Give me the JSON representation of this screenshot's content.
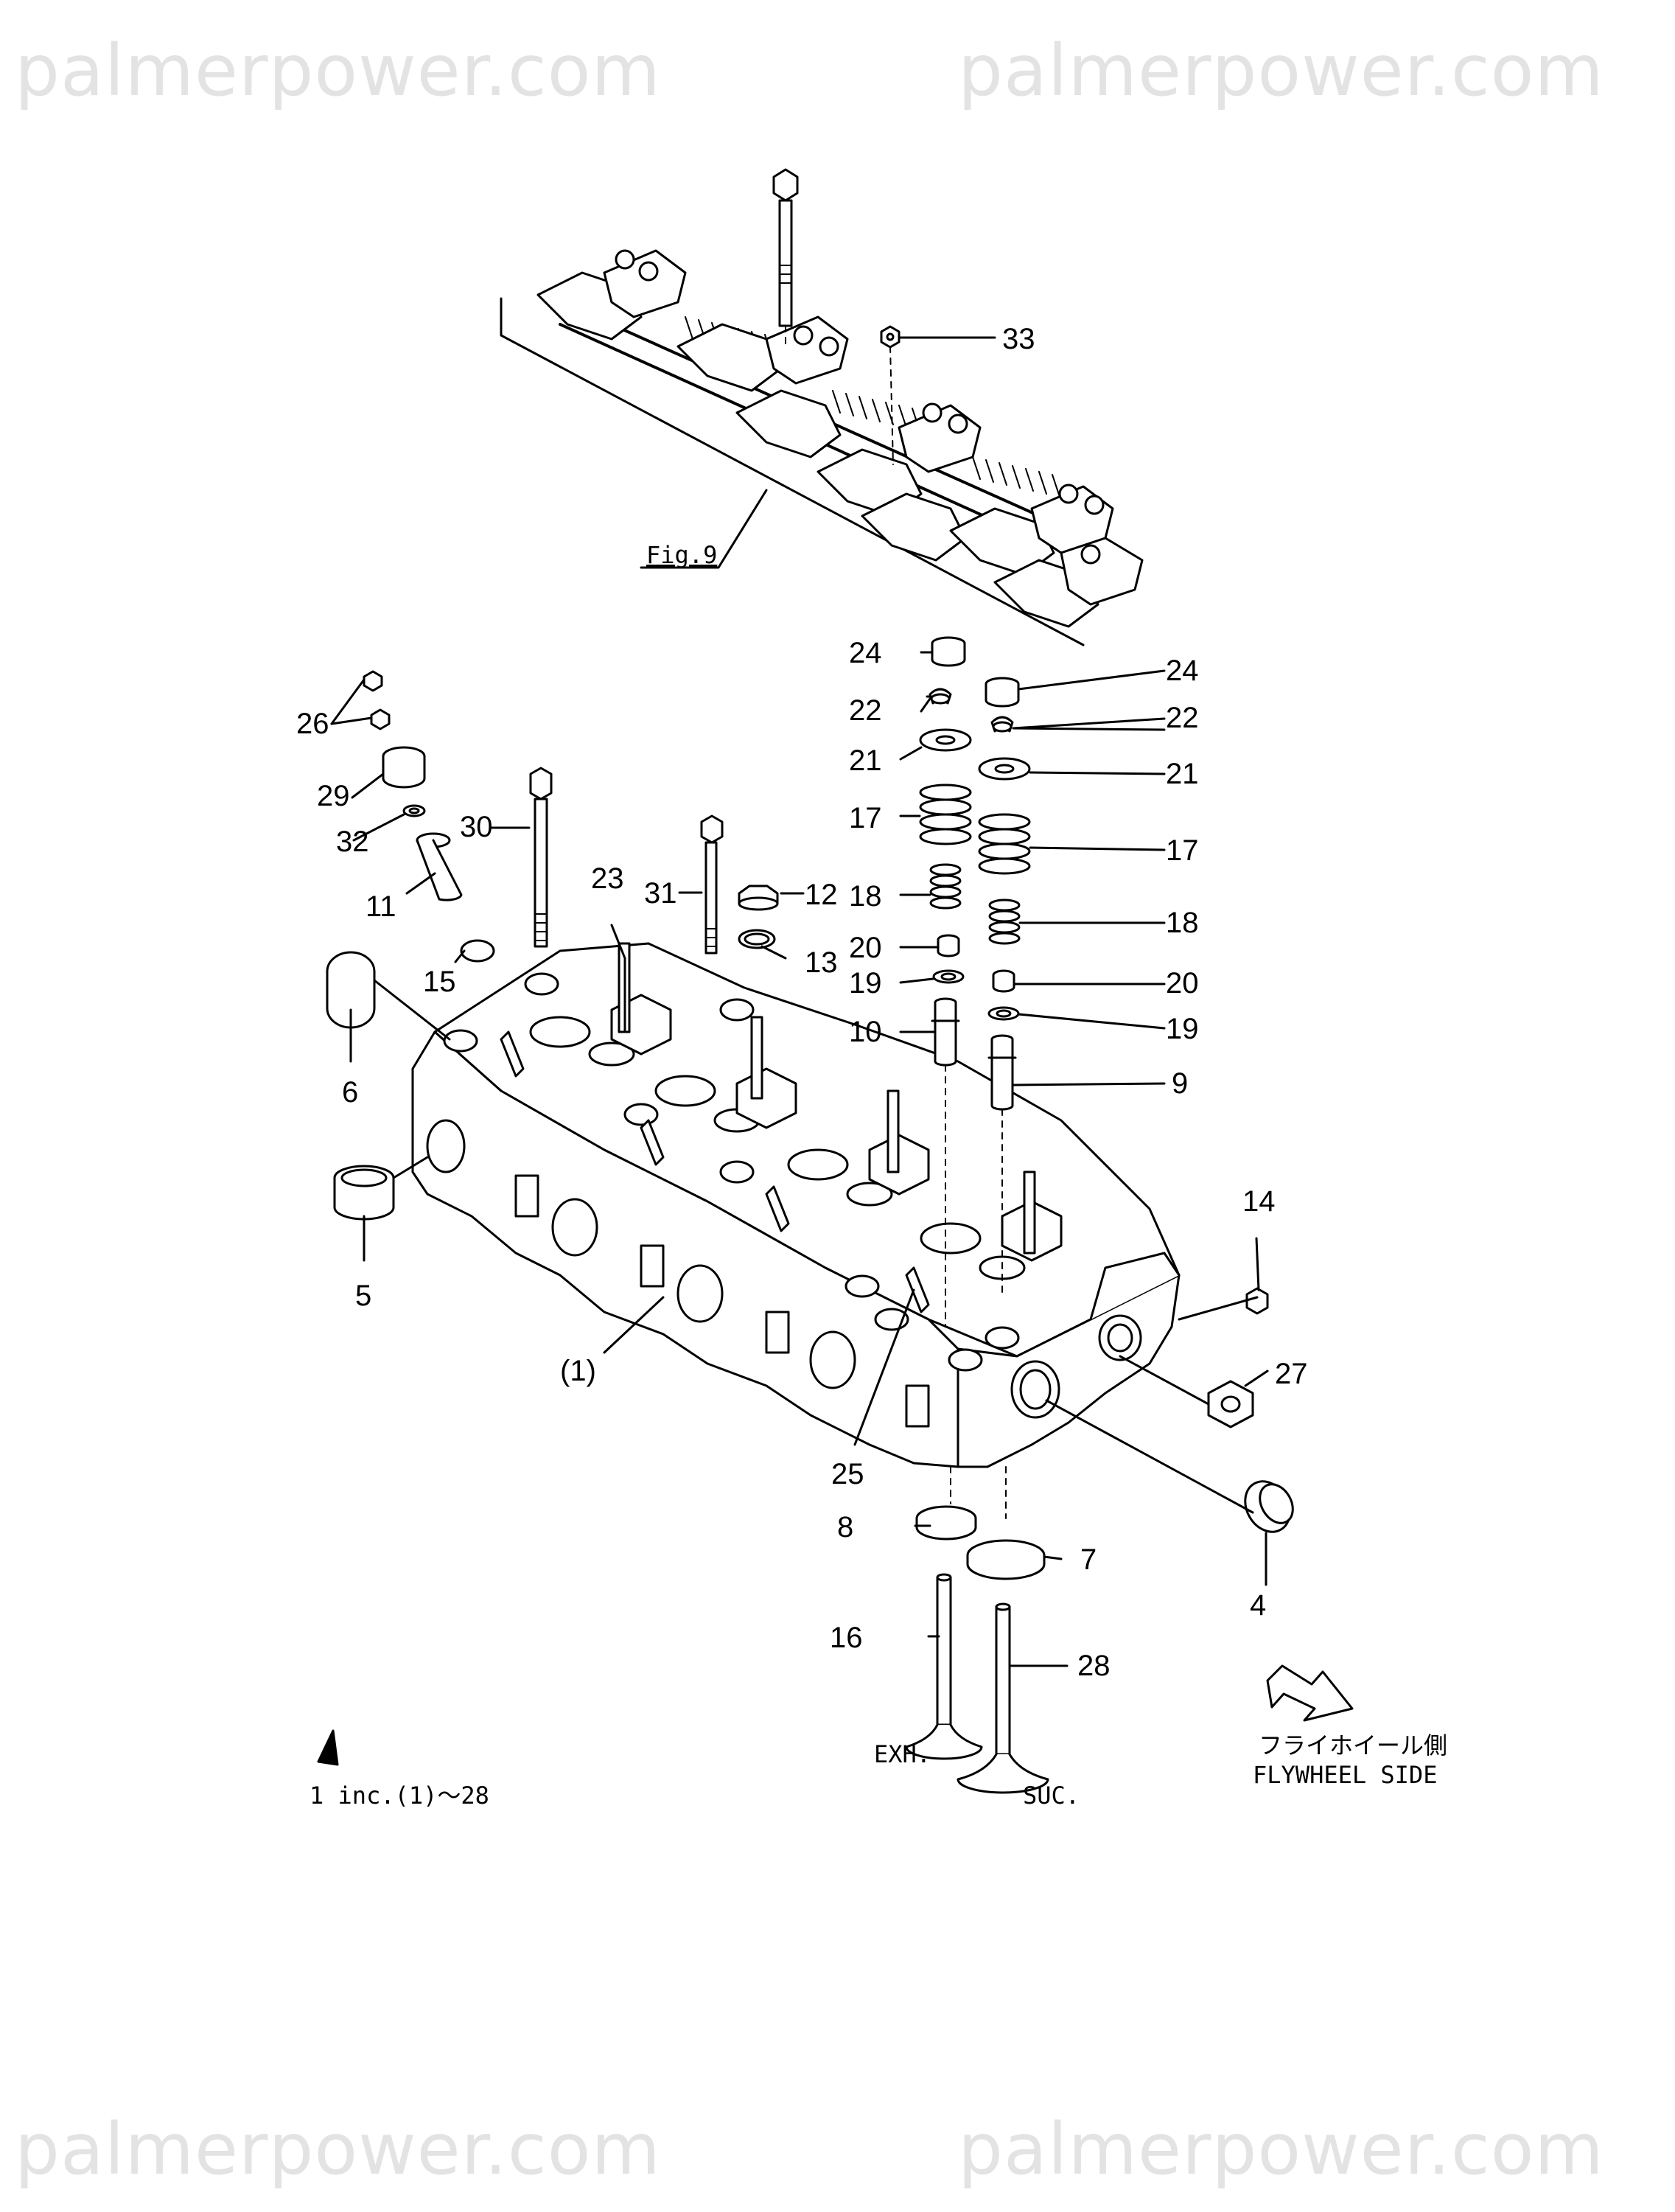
{
  "watermark": {
    "text": "palmerpower.com"
  },
  "figure_ref": "Fig.9",
  "callouts": {
    "c33": "33",
    "c24a": "24",
    "c24b": "24",
    "c22a": "22",
    "c22b": "22",
    "c21a": "21",
    "c21b": "21",
    "c17a": "17",
    "c17b": "17",
    "c18a": "18",
    "c18b": "18",
    "c20a": "20",
    "c20b": "20",
    "c19a": "19",
    "c19b": "19",
    "c10": "10",
    "c9": "9",
    "c26": "26",
    "c29": "29",
    "c32": "32",
    "c11": "11",
    "c30": "30",
    "c31": "31",
    "c23": "23",
    "c12": "12",
    "c13": "13",
    "c15": "15",
    "c6": "6",
    "c5": "5",
    "c1": "(1)",
    "c14": "14",
    "c27": "27",
    "c25": "25",
    "c8": "8",
    "c7": "7",
    "c4": "4",
    "c16": "16",
    "c28": "28"
  },
  "labels": {
    "exh": "EXH.",
    "suc": "SUC.",
    "flywheel_jp": "フライホイール側",
    "flywheel_en": "FLYWHEEL SIDE",
    "set_note": "1 inc.(1)～28"
  }
}
